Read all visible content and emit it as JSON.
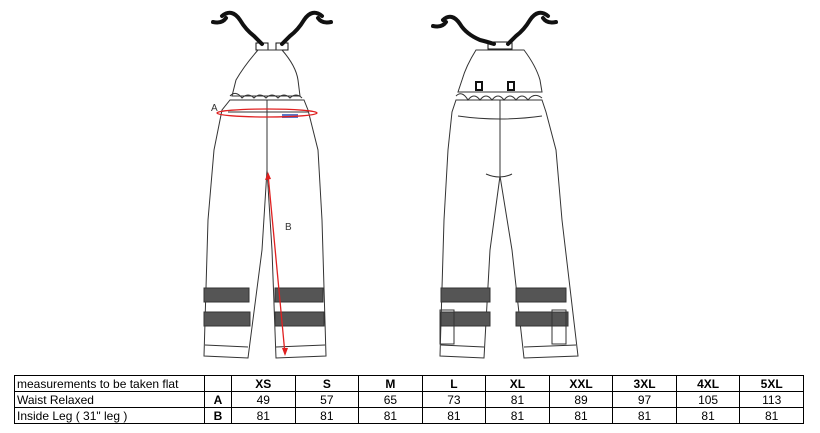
{
  "drawing": {
    "label_a": "A",
    "label_b": "B",
    "colors": {
      "outline": "#333333",
      "reflective_band": "#555555",
      "measure_arrow": "#e02020",
      "strap": "#111111"
    }
  },
  "table": {
    "header_label": "measurements to be taken flat",
    "sizes": [
      "XS",
      "S",
      "M",
      "L",
      "XL",
      "XXL",
      "3XL",
      "4XL",
      "5XL"
    ],
    "rows": [
      {
        "label": "Waist Relaxed",
        "code": "A",
        "values": [
          "49",
          "57",
          "65",
          "73",
          "81",
          "89",
          "97",
          "105",
          "113"
        ]
      },
      {
        "label": "Inside Leg ( 31\" leg )",
        "code": "B",
        "values": [
          "81",
          "81",
          "81",
          "81",
          "81",
          "81",
          "81",
          "81",
          "81"
        ]
      }
    ]
  }
}
